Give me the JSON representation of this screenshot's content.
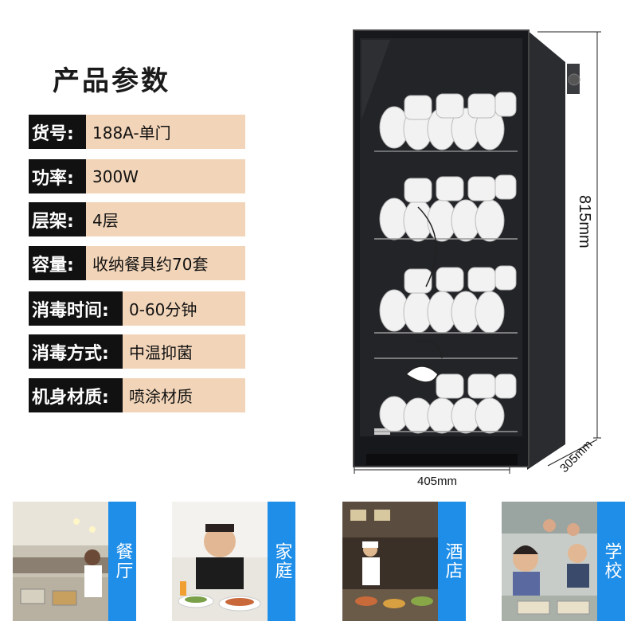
{
  "title": "产品参数",
  "specs": [
    {
      "label": "货号:",
      "value": "188A-单门"
    },
    {
      "label": "功率:",
      "value": "300W"
    },
    {
      "label": "层架:",
      "value": "4层"
    },
    {
      "label": "容量:",
      "value": "收纳餐具约70套"
    },
    {
      "label": "消毒时间:",
      "value": "0-60分钟"
    },
    {
      "label": "消毒方式:",
      "value": "中温抑菌"
    },
    {
      "label": "机身材质:",
      "value": "喷涂材质"
    }
  ],
  "dimensions": {
    "height": "815mm",
    "width": "405mm",
    "depth": "305mm"
  },
  "scenes": [
    {
      "label": "餐厅"
    },
    {
      "label": "家庭"
    },
    {
      "label": "酒店"
    },
    {
      "label": "学校"
    }
  ],
  "colors": {
    "spec_bg": "#f2d5b9",
    "label_bg": "#111111",
    "tag_blue": "#1e8ee8"
  }
}
